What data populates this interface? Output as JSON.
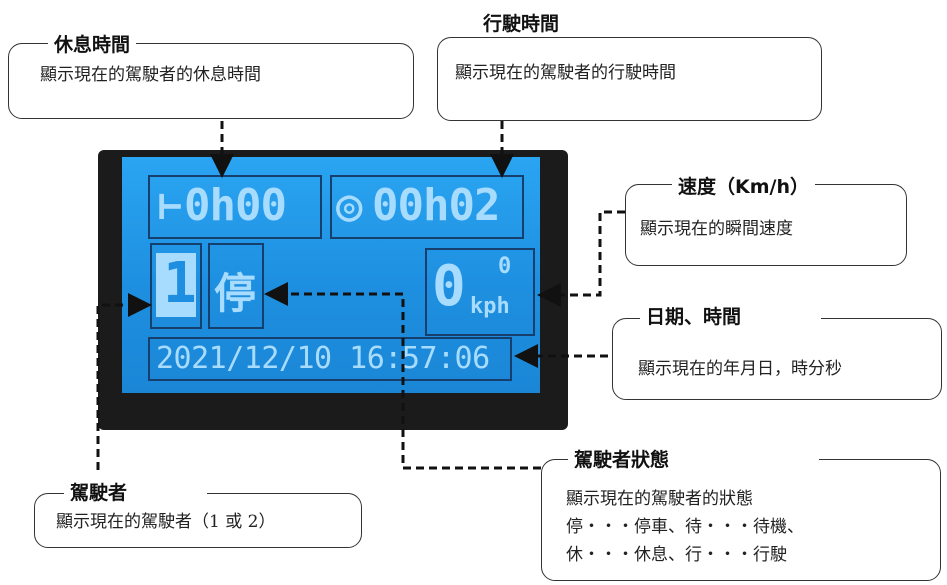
{
  "lcd": {
    "rest_time": "0h00",
    "drive_time": "00h02",
    "driver_number": "1",
    "status_char": "停",
    "speed_value": "0",
    "speed_small": "0",
    "speed_unit": "kph",
    "datetime": "2021/12/10 16:57:06"
  },
  "callouts": {
    "rest": {
      "title": "休息時間",
      "text": "顯示現在的駕駛者的休息時間"
    },
    "drive": {
      "title": "行駛時間",
      "text": "顯示現在的駕駛者的行駛時間"
    },
    "speed": {
      "title": "速度（Km/h）",
      "text": "顯示現在的瞬間速度"
    },
    "datetime": {
      "title": "日期、時間",
      "text": "顯示現在的年月日，時分秒"
    },
    "driver": {
      "title": "駕駛者",
      "text": "顯示現在的駕駛者（1 或 2）"
    },
    "status": {
      "title": "駕駛者狀態",
      "line1": "顯示現在的駕駛者的狀態",
      "line2": "停・・・停車、待・・・待機、",
      "line3": "休・・・休息、行・・・行駛"
    }
  },
  "colors": {
    "lcd_background": "#1e8fe0",
    "lcd_text": "#a8dcff",
    "lcd_box_border": "#173f6d",
    "bezel": "#1b1b1b"
  }
}
